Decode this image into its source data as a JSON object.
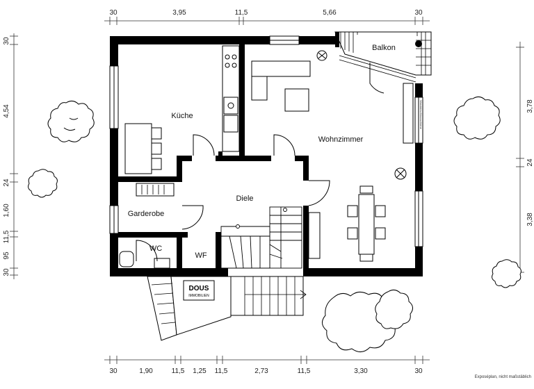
{
  "dimensions": {
    "top": [
      "30",
      "3,95",
      "11,5",
      "5,66",
      "30"
    ],
    "bottom": [
      "30",
      "1,90",
      "11,5",
      "1,25",
      "11,5",
      "2,73",
      "11,5",
      "3,30",
      "30"
    ],
    "left": [
      "30",
      "4,54",
      "24",
      "1,60",
      "11,5",
      "95",
      "30"
    ],
    "right": [
      "3,78",
      "24",
      "3,38"
    ]
  },
  "rooms": {
    "kueche": "Küche",
    "wohnzimmer": "Wohnzimmer",
    "balkon": "Balkon",
    "diele": "Diele",
    "garderobe": "Garderobe",
    "wc": "WC",
    "wf": "WF"
  },
  "logo": {
    "line1": "DOUS",
    "line2": "IMMOBILIEN"
  },
  "footer_note": "Exposéplan, nicht maßstäblich",
  "side_note": "Wandabschlussschiene"
}
